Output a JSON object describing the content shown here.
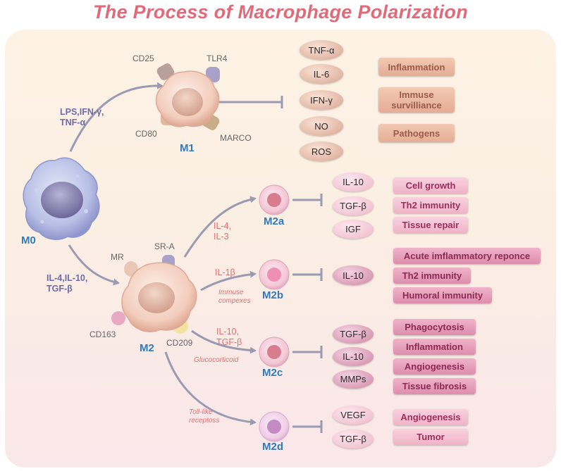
{
  "title": "The Process of Macrophage Polarization",
  "cells": {
    "m0": "M0",
    "m1": "M1",
    "m2": "M2",
    "m2a": "M2a",
    "m2b": "M2b",
    "m2c": "M2c",
    "m2d": "M2d"
  },
  "stimuli": {
    "to_m1": [
      "LPS,IFN-γ,",
      "TNF-α"
    ],
    "to_m2": [
      "IL-4,IL-10,",
      "TGF-β"
    ],
    "to_m2a": [
      "IL-4,",
      "IL-3"
    ],
    "to_m2b": "IL-1β",
    "to_m2b_note": [
      "Immuse",
      "compexes"
    ],
    "to_m2c": [
      "IL-10,",
      "TGF-β"
    ],
    "to_m2c_note": "Glucocorticoid",
    "to_m2d_note": [
      "Toll-like",
      "receptoss"
    ]
  },
  "receptors": {
    "m1": [
      "CD25",
      "TLR4",
      "CD80",
      "MARCO"
    ],
    "m2": [
      "MR",
      "SR-A",
      "CD163",
      "CD209"
    ]
  },
  "m1_products": [
    "TNF-α",
    "IL-6",
    "IFN-γ",
    "NO",
    "ROS"
  ],
  "m1_functions": [
    "Inflammation",
    "Immuse survilliance",
    "Pathogens"
  ],
  "m2a_products": [
    "IL-10",
    "TGF-β",
    "IGF"
  ],
  "m2a_functions": [
    "Cell growth",
    "Th2 immunity",
    "Tissue repair"
  ],
  "m2b_products": [
    "IL-10"
  ],
  "m2b_functions": [
    "Acute imflammatory reponce",
    "Th2 immunity",
    "Humoral immunity"
  ],
  "m2c_products": [
    "TGF-β",
    "IL-10",
    "MMPs"
  ],
  "m2c_functions": [
    "Phagocytosis",
    "Inflammation",
    "Angiogenesis",
    "Tissue fibrosis"
  ],
  "m2d_products": [
    "VEGF",
    "TGF-β"
  ],
  "m2d_functions": [
    "Angiogenesis",
    "Tumor"
  ],
  "colors": {
    "title": "#e26a78",
    "cell_label": "#2f7bbf",
    "stimulus_m1": "#6e6ba8",
    "stimulus_m2_subtypes": "#e07070",
    "arrow": "#9a9ab2"
  }
}
